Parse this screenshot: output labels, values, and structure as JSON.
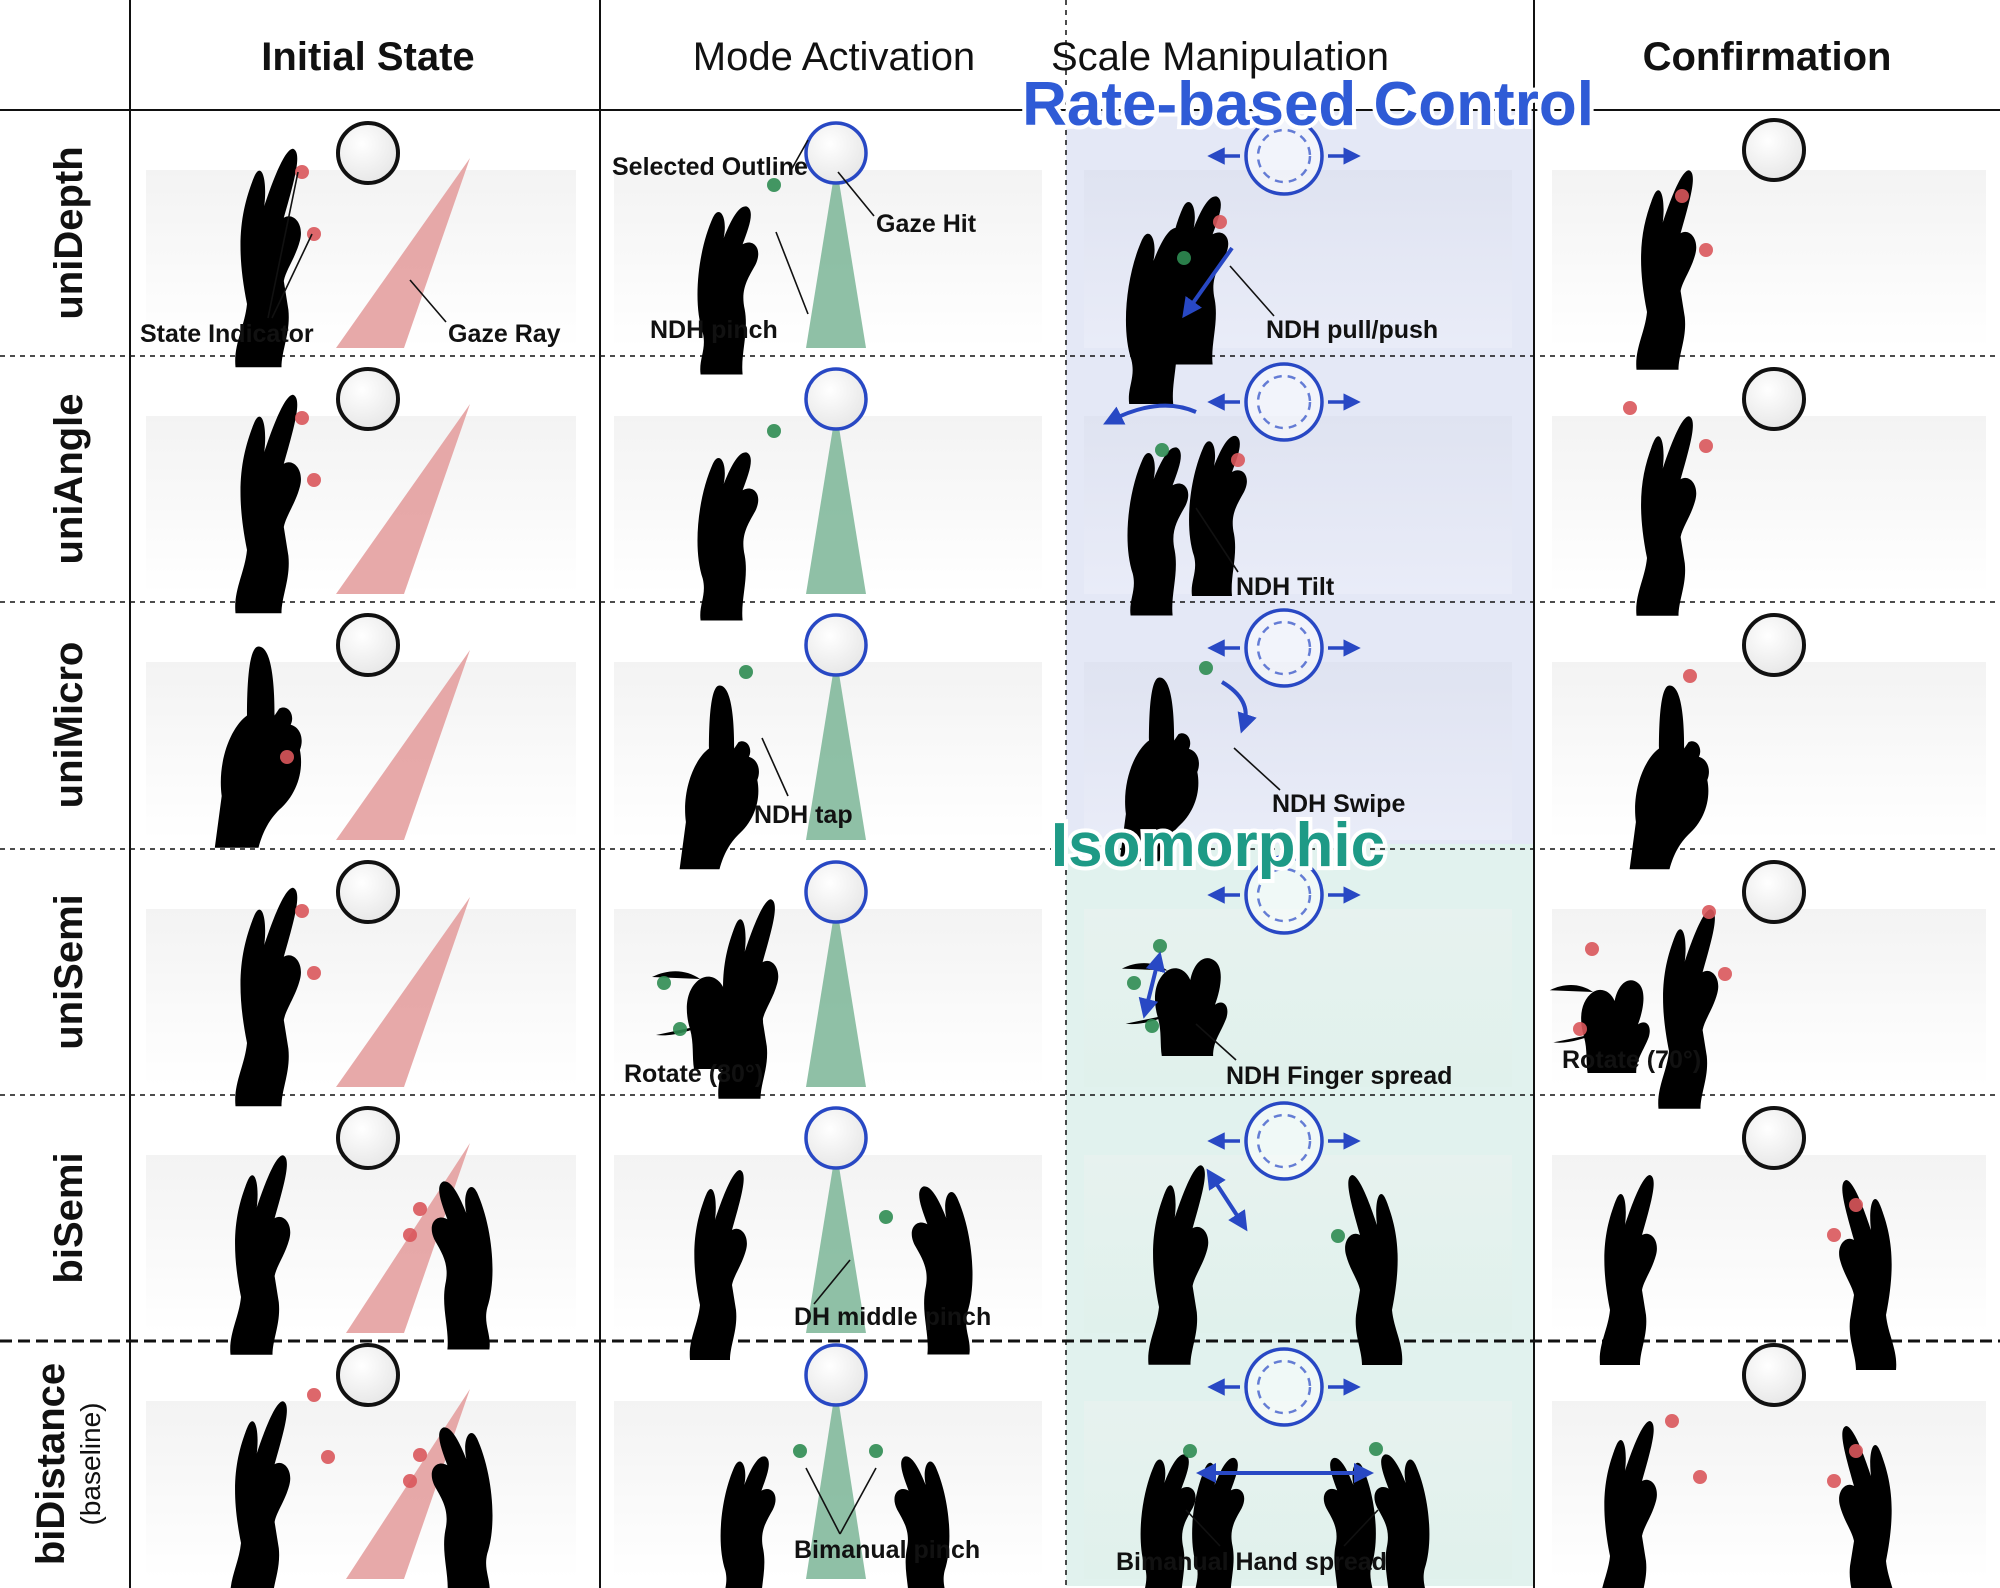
{
  "columns": [
    "Initial State",
    "Mode Activation",
    "Scale Manipulation",
    "Confirmation"
  ],
  "rows": [
    {
      "id": "uniDepth",
      "name": "uniDepth",
      "sub": ""
    },
    {
      "id": "uniAngle",
      "name": "uniAngle",
      "sub": ""
    },
    {
      "id": "uniMicro",
      "name": "uniMicro",
      "sub": ""
    },
    {
      "id": "uniSemi",
      "name": "uniSemi",
      "sub": ""
    },
    {
      "id": "biSemi",
      "name": "biSemi",
      "sub": ""
    },
    {
      "id": "biDistance",
      "name": "biDistance",
      "sub": "(baseline)"
    }
  ],
  "regions": {
    "rate": "Rate-based Control",
    "iso": "Isomorphic"
  },
  "annotations": {
    "state_indicator": "State Indicator",
    "gaze_ray": "Gaze Ray",
    "selected_outline": "Selected Outline",
    "gaze_hit": "Gaze Hit",
    "ndh_pinch": "NDH pinch",
    "ndh_pull_push": "NDH pull/push",
    "ndh_tilt": "NDH Tilt",
    "ndh_tap": "NDH tap",
    "ndh_swipe": "NDH Swipe",
    "rotate_80": "Rotate (80°)",
    "ndh_finger_spread": "NDH Finger spread",
    "rotate_70": "Rotate (70°)",
    "dh_middle_pinch": "DH middle pinch",
    "bimanual_pinch": "Bimanual pinch",
    "bimanual_hand_spread": "Bimanual Hand spread"
  },
  "colors": {
    "gaze_ray": "#e39a9a",
    "gaze_active": "#7bb596",
    "fingertip_idle": "#d9575b",
    "fingertip_active": "#2f8c52",
    "selection": "#2848c4",
    "rate_bg": "#e4e8f6",
    "iso_bg": "#e1f2ee",
    "rate_title": "#2f5bd6",
    "iso_title": "#1e9a86"
  }
}
